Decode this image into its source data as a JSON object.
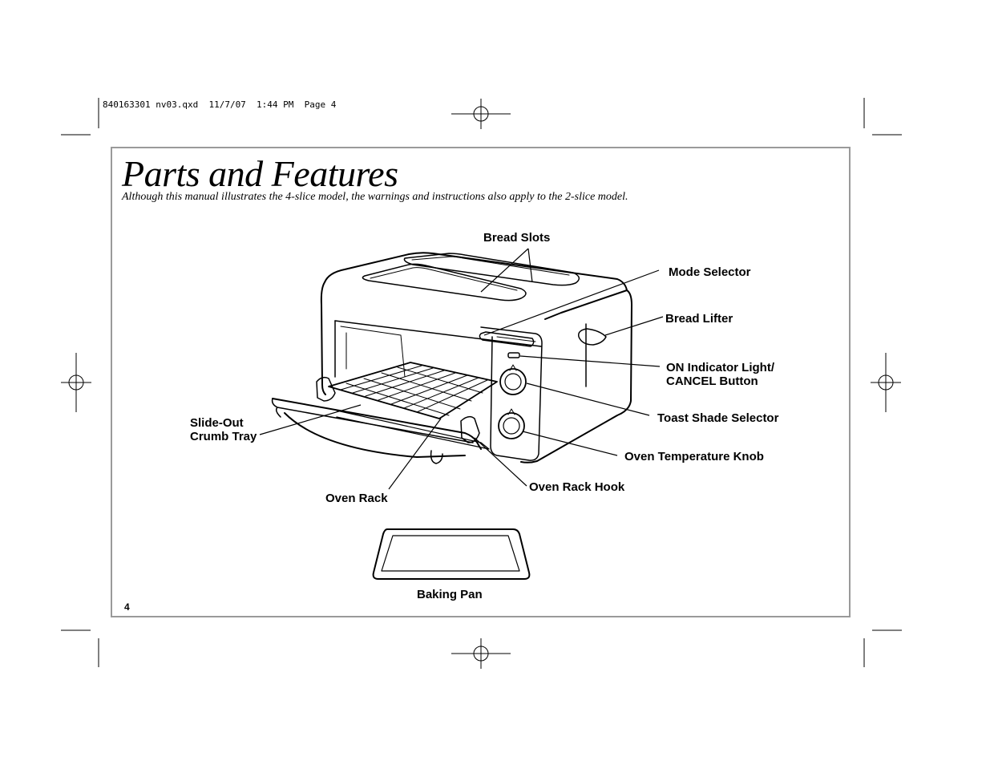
{
  "slug_line": "840163301 nv03.qxd  11/7/07  1:44 PM  Page 4",
  "title": "Parts and Features",
  "subtitle": "Although this manual illustrates the 4-slice model, the warnings and instructions also apply to the 2-slice model.",
  "labels": {
    "bread_slots": "Bread Slots",
    "mode_selector": "Mode Selector",
    "bread_lifter": "Bread Lifter",
    "on_indicator_line1": "ON Indicator Light/",
    "on_indicator_line2": "CANCEL Button",
    "toast_shade_selector": "Toast Shade Selector",
    "oven_temperature_knob": "Oven Temperature Knob",
    "oven_rack_hook": "Oven Rack Hook",
    "oven_rack": "Oven Rack",
    "slide_out_line1": "Slide-Out",
    "slide_out_line2": "Crumb Tray",
    "baking_pan": "Baking Pan"
  },
  "page_number": "4"
}
